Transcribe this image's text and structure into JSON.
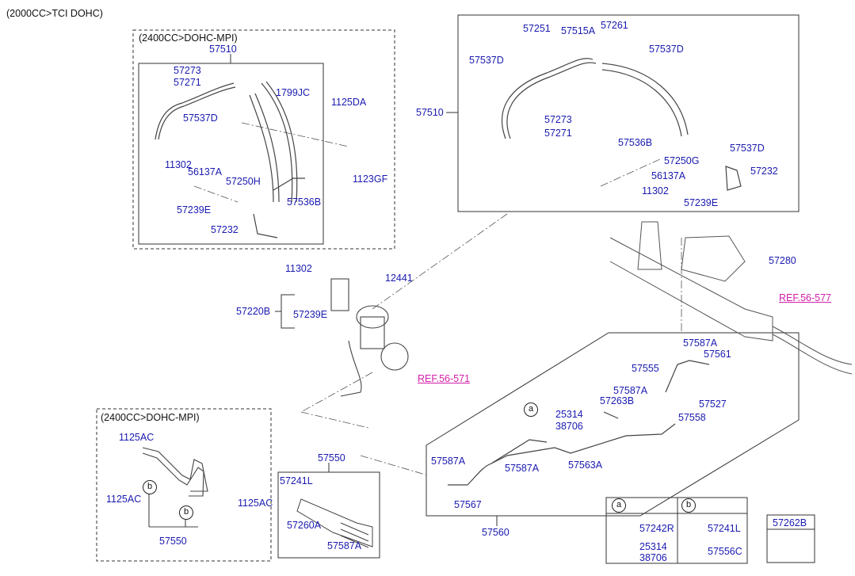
{
  "headers": {
    "main": "(2000CC>TCI DOHC)",
    "inset_top": "(2400CC>DOHC-MPI)",
    "inset_bottom": "(2400CC>DOHC-MPI)"
  },
  "top_inset": {
    "group": "57510",
    "labels": [
      "57273",
      "57271",
      "1799JC",
      "1125DA",
      "57537D",
      "11302",
      "56137A",
      "57250H",
      "1123GF",
      "57239E",
      "57536B",
      "57232"
    ]
  },
  "top_right_box": {
    "group": "57510",
    "labels": [
      "57251",
      "57515A",
      "57261",
      "57537D",
      "57537D",
      "57273",
      "57271",
      "57536B",
      "57537D",
      "57250G",
      "57232",
      "56137A",
      "11302",
      "57239E"
    ]
  },
  "pump": {
    "labels": [
      "11302",
      "12441",
      "57220B",
      "57239E"
    ],
    "ref": "REF.56-571"
  },
  "gear": {
    "label": "57280",
    "ref": "REF.56-577"
  },
  "pipe_box": {
    "group": "57560",
    "labels": [
      "57587A",
      "57561",
      "57555",
      "57587A",
      "57263B",
      "25314",
      "38706",
      "57527",
      "57558",
      "57587A",
      "57587A",
      "57563A",
      "57567"
    ]
  },
  "cooler": {
    "group": "57550",
    "labels": [
      "57241L",
      "1125AC",
      "57260A",
      "57587A"
    ]
  },
  "bottom_inset": {
    "labels": [
      "1125AC",
      "1125AC",
      "57550"
    ]
  },
  "callout_a": "a",
  "callout_b": "b",
  "legend": {
    "a_labels": [
      "57242R",
      "25314",
      "38706"
    ],
    "b_labels": [
      "57241L",
      "57556C"
    ],
    "single": "57262B"
  }
}
